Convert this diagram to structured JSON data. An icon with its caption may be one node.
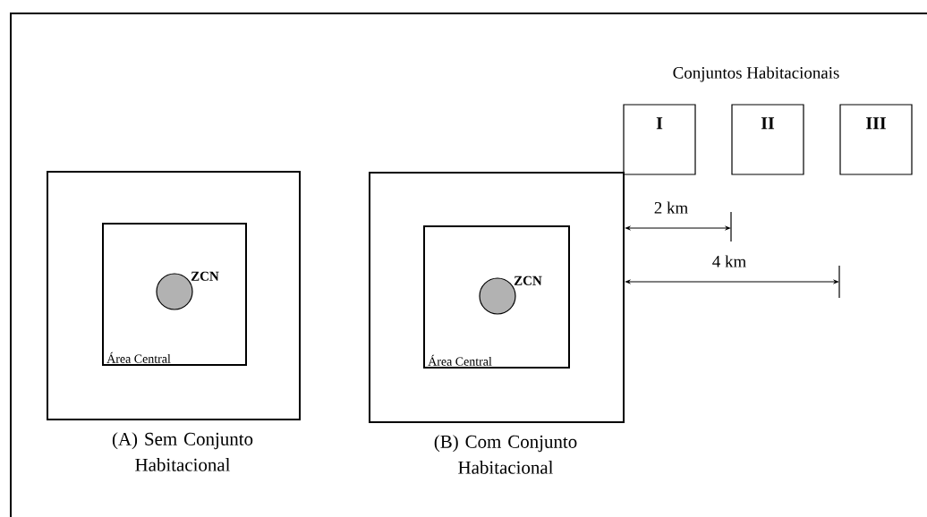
{
  "diagram": {
    "nodes": [
      {
        "text": [
          "(A) Sem Conjunto Habitacional"
        ]
      },
      {
        "text": [
          "Área Central"
        ],
        "in": 0
      },
      {
        "text": [],
        "shape": "circle",
        "beside": [
          "ZCN"
        ],
        "in": 1
      },
      {
        "text": [
          "(B) Com Conjunto Habitacional"
        ]
      },
      {
        "text": [
          "Área Central"
        ],
        "in": 3
      },
      {
        "text": [],
        "shape": "circle",
        "beside": [
          "ZCN"
        ],
        "in": 4
      },
      {
        "text": [
          "I"
        ]
      },
      {
        "text": [
          "II"
        ]
      },
      {
        "text": [
          "III"
        ]
      }
    ],
    "labels": [
      "Conjuntos Habitacionais",
      "2 km",
      "4 km"
    ]
  }
}
